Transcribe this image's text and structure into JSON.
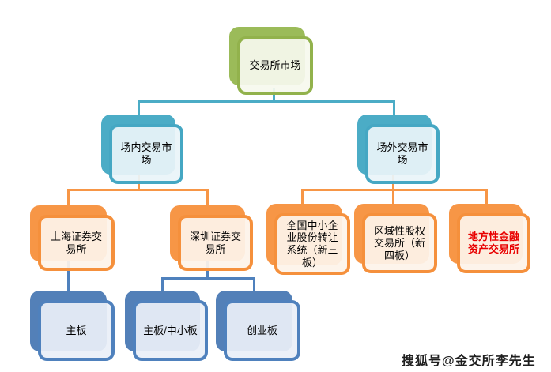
{
  "diagram": {
    "nodes": {
      "root": {
        "label": "交易所市场"
      },
      "floor": {
        "label": "场内交易市场"
      },
      "otc": {
        "label": "场外交易市场"
      },
      "sse": {
        "label": "上海证券交易所"
      },
      "szse": {
        "label": "深圳证券交易所"
      },
      "neeq": {
        "label": "全国中小企业股份转让系统（新三板）"
      },
      "regional": {
        "label": "区域性股权交易所（新四板）"
      },
      "local": {
        "label": "地方性金融资产交易所"
      },
      "mainboard": {
        "label": "主板"
      },
      "smeboard": {
        "label": "主板/中小板"
      },
      "gem": {
        "label": "创业板"
      }
    },
    "colors": {
      "level1_green": "#9BBB59",
      "level2_teal": "#4BACC6",
      "level3_orange": "#F79646",
      "level4_blue": "#4F81BD",
      "highlight_text": "#E80000"
    }
  },
  "watermark": {
    "text": "搜狐号@金交所李先生"
  }
}
